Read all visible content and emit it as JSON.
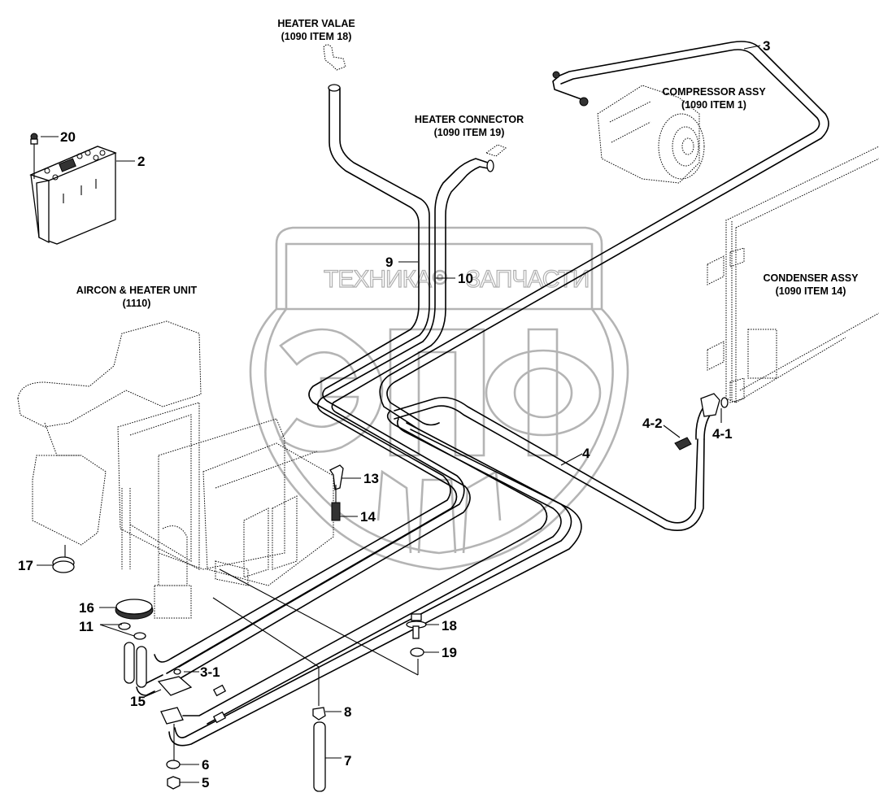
{
  "diagram": {
    "type": "parts-exploded-view",
    "subject": "Aircon & heater piping"
  },
  "watermark": {
    "left_text": "ТЕХНИКА",
    "right_text": "ЗАПЧАСТИ",
    "logo_letters": "ЭПФ",
    "color": "#b4b4b4"
  },
  "assemblies": [
    {
      "id": "heater_valve",
      "title": "HEATER VALAE",
      "ref": "(1090 ITEM 18)"
    },
    {
      "id": "heater_connector",
      "title": "HEATER CONNECTOR",
      "ref": "(1090 ITEM 19)"
    },
    {
      "id": "compressor",
      "title": "COMPRESSOR ASSY",
      "ref": "(1090 ITEM 1)"
    },
    {
      "id": "condenser",
      "title": "CONDENSER ASSY",
      "ref": "(1090 ITEM 14)"
    },
    {
      "id": "aircon_unit",
      "title": "AIRCON & HEATER UNIT",
      "ref": "(1110)"
    }
  ],
  "callouts": {
    "c2": "2",
    "c3": "3",
    "c3_1": "3-1",
    "c4": "4",
    "c4_1": "4-1",
    "c4_2": "4-2",
    "c5": "5",
    "c6": "6",
    "c7": "7",
    "c8": "8",
    "c9": "9",
    "c10": "10",
    "c11": "11",
    "c13": "13",
    "c14": "14",
    "c15": "15",
    "c16": "16",
    "c17": "17",
    "c18": "18",
    "c19": "19",
    "c20": "20"
  }
}
